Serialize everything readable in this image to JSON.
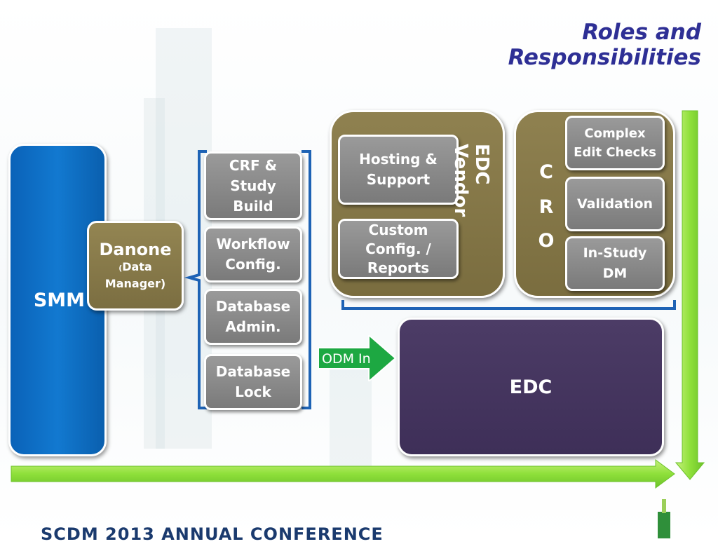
{
  "title": "Roles and Responsibilities",
  "smm": {
    "label": "SMM"
  },
  "danone": {
    "name": "Danone",
    "paren_open": "(",
    "role": "Data",
    "role2": "Manager)"
  },
  "tasks": [
    {
      "line1": "CRF &",
      "line2": "Study",
      "line3": "Build"
    },
    {
      "line1": "Workflow",
      "line2": "Config."
    },
    {
      "line1": "Database",
      "line2": "Admin."
    },
    {
      "line1": "Database",
      "line2": "Lock"
    }
  ],
  "edc_vendor": {
    "label": "EDC Vendor",
    "items": [
      {
        "line1": "Hosting &",
        "line2": "Support"
      },
      {
        "line1": "Custom",
        "line2": "Config. /",
        "line3": "Reports"
      }
    ]
  },
  "cro": {
    "letters": [
      "C",
      "R",
      "O"
    ],
    "items": [
      {
        "line1": "Complex",
        "line2": "Edit Checks"
      },
      {
        "line1": "Validation"
      },
      {
        "line1": "In-Study",
        "line2": "DM"
      }
    ]
  },
  "edc": {
    "label": "EDC"
  },
  "odm": {
    "label": "ODM In"
  },
  "footer": {
    "text": "SCDM 2013 ANNUAL CONFERENCE"
  },
  "colors": {
    "title": "#2e2f95",
    "smm": "#0a62b8",
    "olive": "#8a7c4c",
    "grey": "#8a8a8a",
    "edc": "#46365f",
    "green_arrow": "#8fe03a",
    "odm_arrow": "#1da842",
    "bracket": "#1e63b5"
  }
}
